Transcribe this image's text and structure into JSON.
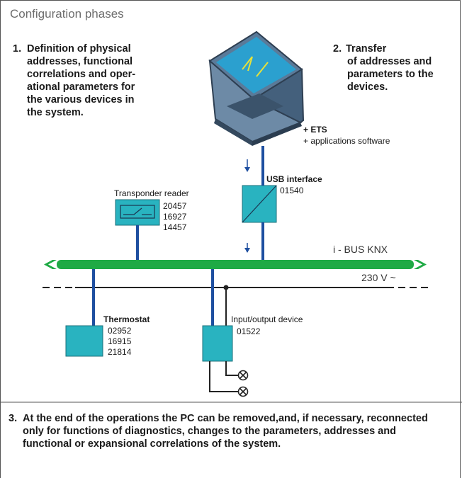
{
  "title": "Configuration phases",
  "steps": [
    {
      "num": "1.",
      "text": "Definition of physical\naddresses, functional\ncorrelations and oper-\national parameters for\nthe various devices in\nthe system."
    },
    {
      "num": "2.",
      "text_l1": "Transfer",
      "text": "of addresses and\nparameters to the\ndevices."
    },
    {
      "num": "3.",
      "text": "At the end of the operations the PC can be removed,and, if necessary, reconnected only for functions of diagnostics, changes to the parameters, addresses and functional or expansional correlations of the system."
    }
  ],
  "pc": {
    "line1": "+ ETS",
    "line2": "+ applications software"
  },
  "usb": {
    "name": "USB interface",
    "code": "01540"
  },
  "transponder": {
    "name": "Transponder reader",
    "codes": "20457\n16927\n14457"
  },
  "bus": {
    "label": "i - BUS KNX"
  },
  "mains": {
    "label": "230 V ~"
  },
  "thermostat": {
    "name": "Thermostat",
    "codes": "02952\n16915\n21814"
  },
  "io_device": {
    "name": "Input/output device",
    "code": "01522"
  },
  "colors": {
    "device": "#29b3c0",
    "bus": "#1faa45",
    "wire": "#1e4fa0"
  }
}
